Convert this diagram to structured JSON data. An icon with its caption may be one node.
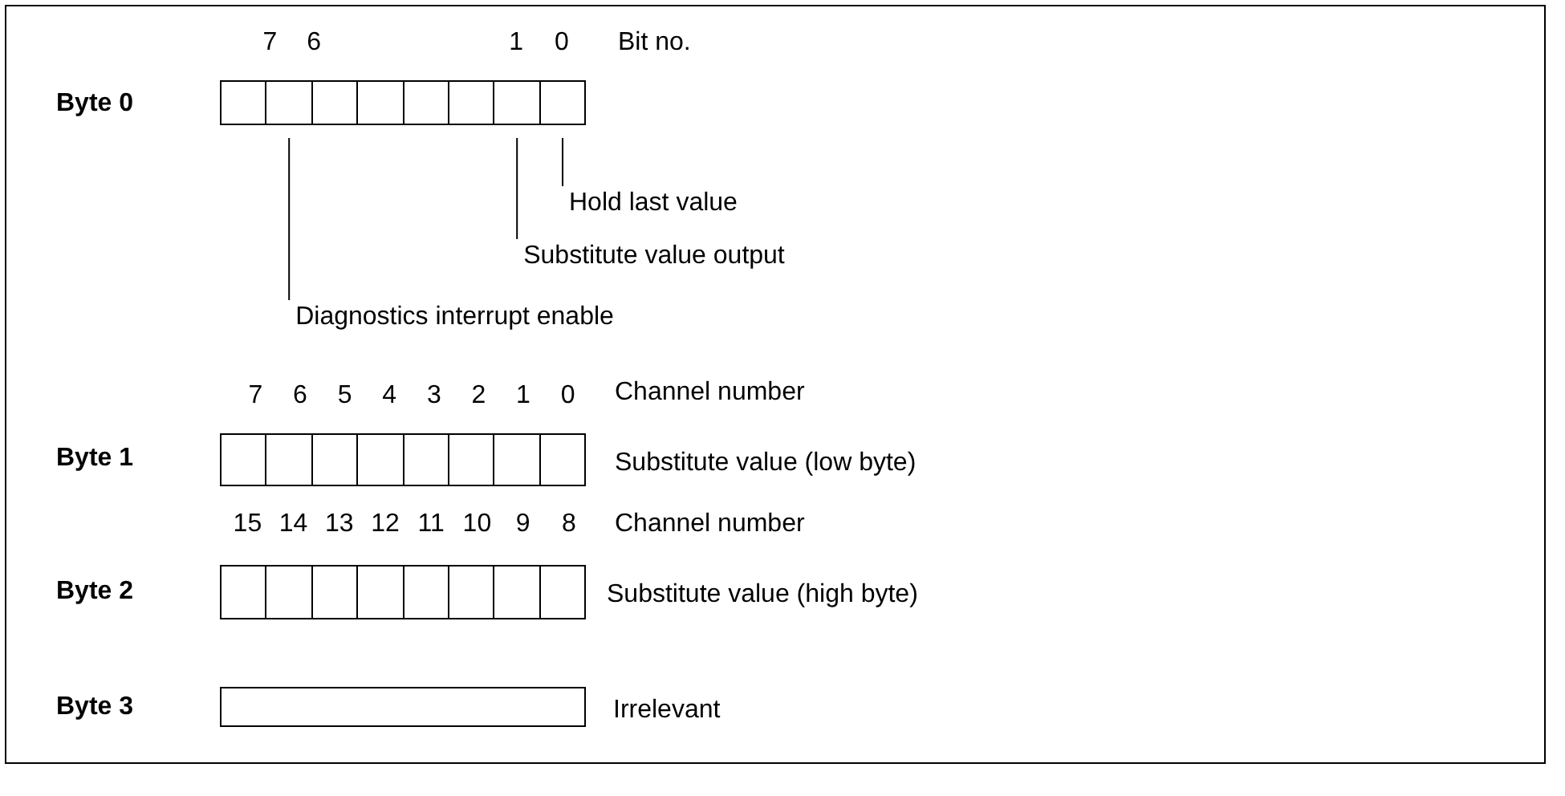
{
  "diagram": {
    "nodes": [
      {
        "text": [],
        "shape": "box"
      },
      {
        "text": [],
        "shape": "box"
      },
      {
        "text": [],
        "shape": "box"
      },
      {
        "text": [],
        "shape": "box"
      },
      {
        "text": [],
        "shape": "box"
      },
      {
        "text": [],
        "shape": "box"
      },
      {
        "text": [],
        "shape": "box"
      },
      {
        "text": [],
        "shape": "box"
      },
      {
        "text": [],
        "shape": "box"
      },
      {
        "text": [],
        "shape": "box"
      },
      {
        "text": [],
        "shape": "box"
      },
      {
        "text": [],
        "shape": "box"
      },
      {
        "text": [],
        "shape": "box"
      },
      {
        "text": [],
        "shape": "box"
      },
      {
        "text": [],
        "shape": "box"
      },
      {
        "text": [],
        "shape": "box"
      },
      {
        "text": [],
        "shape": "box"
      },
      {
        "text": [],
        "shape": "box"
      },
      {
        "text": [],
        "shape": "box"
      },
      {
        "text": [],
        "shape": "box"
      },
      {
        "text": [],
        "shape": "box"
      },
      {
        "text": [],
        "shape": "box"
      },
      {
        "text": [],
        "shape": "box"
      },
      {
        "text": [],
        "shape": "box"
      },
      {
        "text": [],
        "shape": "bar"
      },
      {
        "text": [
          "Hold last value"
        ]
      },
      {
        "text": [
          "Substitute value output"
        ]
      },
      {
        "text": [
          "Diagnostics interrupt enable"
        ]
      }
    ],
    "edges": [
      {
        "from": 25,
        "to": 7,
        "arrow": "none"
      },
      {
        "from": 26,
        "to": 6,
        "arrow": "none"
      },
      {
        "from": 27,
        "to": 1,
        "arrow": "none"
      }
    ],
    "labels": [
      "7",
      "6",
      "1",
      "0",
      "Bit no.",
      "Byte 0",
      "7",
      "6",
      "5",
      "4",
      "3",
      "2",
      "1",
      "0",
      "Channel number",
      "Byte 1",
      "Substitute value (low byte)",
      "15",
      "14",
      "13",
      "12",
      "11",
      "10",
      "9",
      "8",
      "Channel number",
      "Byte 2",
      "Substitute value (high byte)",
      "Byte 3",
      "Irrelevant"
    ]
  }
}
